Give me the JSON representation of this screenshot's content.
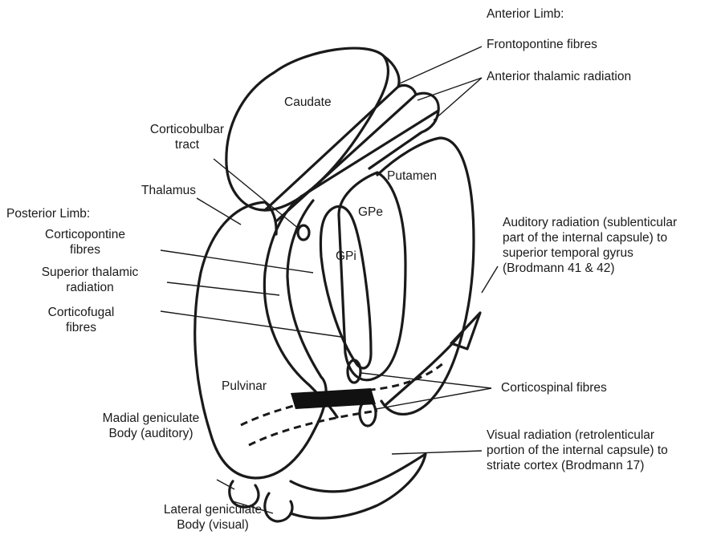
{
  "labels": {
    "anterior_limb": "Anterior Limb:",
    "frontopontine": "Frontopontine fibres",
    "anterior_thalamic": "Anterior thalamic radiation",
    "caudate": "Caudate",
    "corticobulbar_1": "Corticobulbar",
    "corticobulbar_2": "tract",
    "putamen": "Putamen",
    "thalamus": "Thalamus",
    "posterior_limb": "Posterior Limb:",
    "gpe": "GPe",
    "gpi": "GPi",
    "corticopontine_1": "Corticopontine",
    "corticopontine_2": "fibres",
    "superior_thalamic_1": "Superior thalamic",
    "superior_thalamic_2": "radiation",
    "corticofugal_1": "Corticofugal",
    "corticofugal_2": "fibres",
    "auditory_1": "Auditory radiation (sublenticular",
    "auditory_2": "part of the internal capsule) to",
    "auditory_3": "superior temporal gyrus",
    "auditory_4": "(Brodmann 41 & 42)",
    "pulvinar": "Pulvinar",
    "corticospinal": "Corticospinal fibres",
    "medial_geniculate_1": "Madial geniculate",
    "medial_geniculate_2": "Body (auditory)",
    "visual_1": "Visual radiation (retrolenticular",
    "visual_2": "portion of the internal capsule) to",
    "visual_3": "striate cortex (Brodmann 17)",
    "lateral_geniculate_1": "Lateral geniculate",
    "lateral_geniculate_2": "Body (visual)"
  }
}
